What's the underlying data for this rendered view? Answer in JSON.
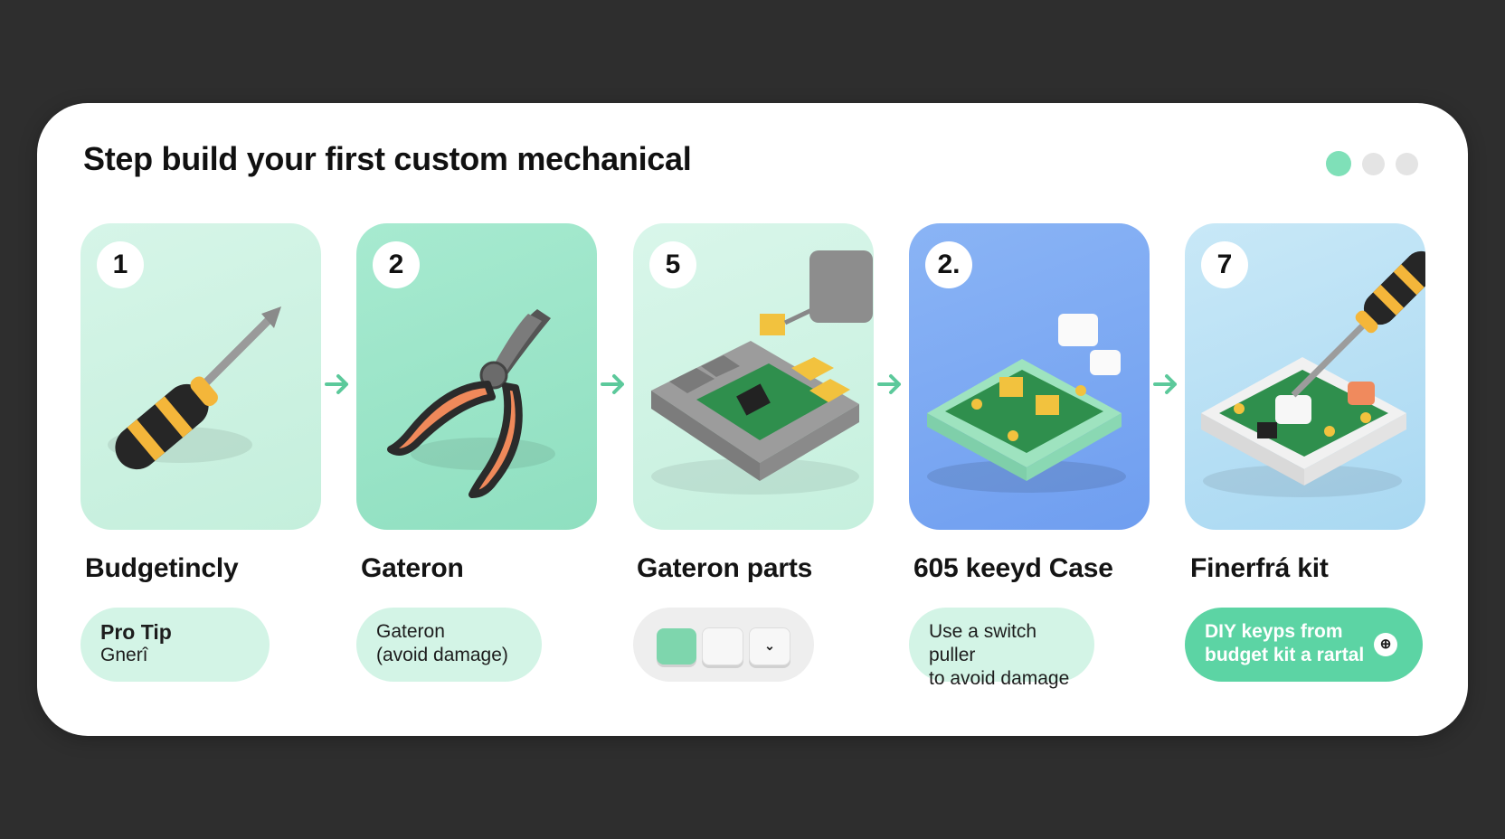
{
  "title": "Step build your first custom mechanical",
  "pagination": {
    "count": 3,
    "active": 0
  },
  "colors": {
    "accent": "#5cd4a4",
    "arrow": "#5cc99b"
  },
  "steps": [
    {
      "number": "1",
      "illustration": "screwdriver-icon",
      "title": "Budgetincly",
      "chip": {
        "style": "light",
        "line1": "Pro Tip",
        "line2": "Gnerî"
      }
    },
    {
      "number": "2",
      "illustration": "pliers-icon",
      "title": "Gateron",
      "chip": {
        "style": "light",
        "line1": "Gateron",
        "line2": "(avoid damage)"
      }
    },
    {
      "number": "5",
      "illustration": "pcb-soldering-icon",
      "title": "Gateron parts",
      "chip": {
        "style": "keycaps",
        "keycap_glyph": "⌄"
      }
    },
    {
      "number": "2.",
      "illustration": "switch-plate-icon",
      "title": "605 keeyd Case",
      "chip": {
        "style": "light",
        "line1": "Use a switch puller",
        "line2": "to avoid damage"
      }
    },
    {
      "number": "7",
      "illustration": "assembled-board-icon",
      "title": "Finerfrá kit",
      "chip": {
        "style": "accent",
        "line1": "DIY keyps from",
        "line2": "budget kit a rartal",
        "icon": "⊕"
      }
    }
  ]
}
